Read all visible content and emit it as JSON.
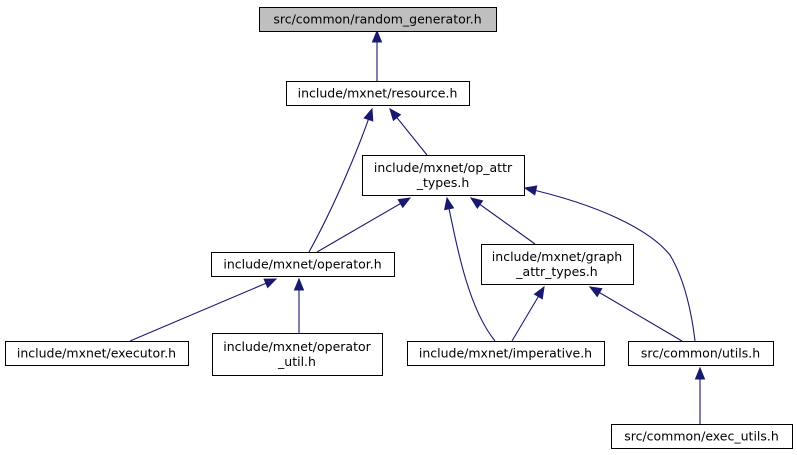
{
  "diagram": {
    "type": "include-dependency-graph",
    "colors": {
      "edge": "#191970",
      "root_fill": "#bfbfbf",
      "node_fill": "#ffffff",
      "node_border": "#000000"
    },
    "nodes": [
      {
        "id": "random_generator",
        "lines": [
          "src/common/random_generator.h"
        ],
        "highlighted": true
      },
      {
        "id": "resource",
        "lines": [
          "include/mxnet/resource.h"
        ]
      },
      {
        "id": "op_attr_types",
        "lines": [
          "include/mxnet/op_attr",
          "_types.h"
        ]
      },
      {
        "id": "operator",
        "lines": [
          "include/mxnet/operator.h"
        ]
      },
      {
        "id": "graph_attr_types",
        "lines": [
          "include/mxnet/graph",
          "_attr_types.h"
        ]
      },
      {
        "id": "executor",
        "lines": [
          "include/mxnet/executor.h"
        ]
      },
      {
        "id": "operator_util",
        "lines": [
          "include/mxnet/operator",
          "_util.h"
        ]
      },
      {
        "id": "imperative",
        "lines": [
          "include/mxnet/imperative.h"
        ]
      },
      {
        "id": "utils",
        "lines": [
          "src/common/utils.h"
        ]
      },
      {
        "id": "exec_utils",
        "lines": [
          "src/common/exec_utils.h"
        ]
      }
    ],
    "edges": [
      {
        "from": "resource",
        "to": "random_generator"
      },
      {
        "from": "op_attr_types",
        "to": "resource"
      },
      {
        "from": "operator",
        "to": "resource"
      },
      {
        "from": "operator",
        "to": "op_attr_types"
      },
      {
        "from": "graph_attr_types",
        "to": "op_attr_types"
      },
      {
        "from": "imperative",
        "to": "op_attr_types"
      },
      {
        "from": "utils",
        "to": "op_attr_types"
      },
      {
        "from": "executor",
        "to": "operator"
      },
      {
        "from": "operator_util",
        "to": "operator"
      },
      {
        "from": "imperative",
        "to": "graph_attr_types"
      },
      {
        "from": "utils",
        "to": "graph_attr_types"
      },
      {
        "from": "exec_utils",
        "to": "utils"
      }
    ]
  }
}
